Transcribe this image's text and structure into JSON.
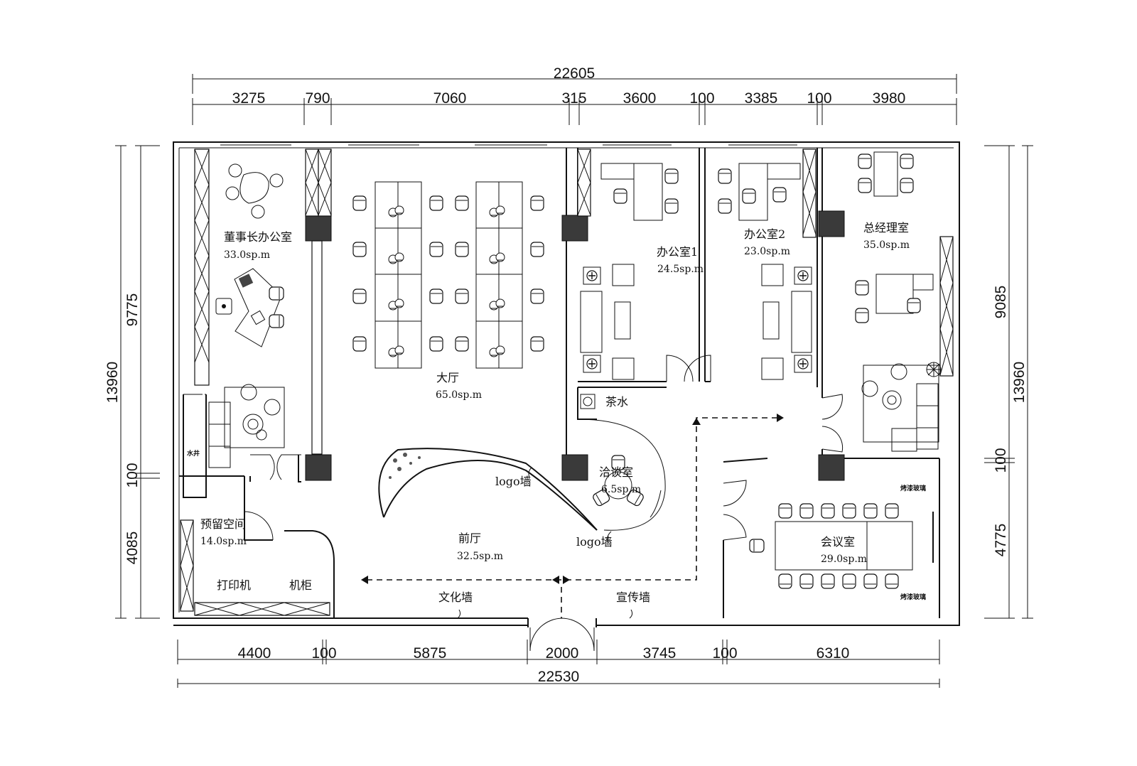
{
  "dimensions": {
    "top_total": "22605",
    "top_segments": [
      "3275",
      "790",
      "7060",
      "315",
      "3600",
      "100",
      "3385",
      "100",
      "3980"
    ],
    "bottom_segments": [
      "4400",
      "100",
      "5875",
      "2000",
      "3745",
      "100",
      "6310"
    ],
    "bottom_total": "22530",
    "left_total": "13960",
    "left_segments": [
      "9775",
      "100",
      "4085"
    ],
    "right_total": "13960",
    "right_segments": [
      "9085",
      "100",
      "4775"
    ]
  },
  "rooms": {
    "chairman_office": {
      "name": "董事长办公室",
      "area": "33.0sp.m"
    },
    "hall": {
      "name": "大厅",
      "area": "65.0sp.m"
    },
    "office1": {
      "name": "办公室1",
      "area": "24.5sp.m"
    },
    "office2": {
      "name": "办公室2",
      "area": "23.0sp.m"
    },
    "gm_office": {
      "name": "总经理室",
      "area": "35.0sp.m"
    },
    "reserved": {
      "name": "预留空间",
      "area": "14.0sp.m"
    },
    "lobby": {
      "name": "前厅",
      "area": "32.5sp.m"
    },
    "negotiation": {
      "name": "洽谈室",
      "area": "6.5sp.m"
    },
    "meeting": {
      "name": "会议室",
      "area": "29.0sp.m"
    },
    "tea": {
      "name": "茶水"
    }
  },
  "labels": {
    "shaft": "水井",
    "printer": "打印机",
    "cabinet": "机柜",
    "culture_wall": "文化墙",
    "promo_wall": "宣传墙",
    "logo_wall_1": "logo墙",
    "logo_wall_2": "logo墙",
    "glass_top": "烤漆玻璃",
    "glass_bottom": "烤漆玻璃"
  }
}
